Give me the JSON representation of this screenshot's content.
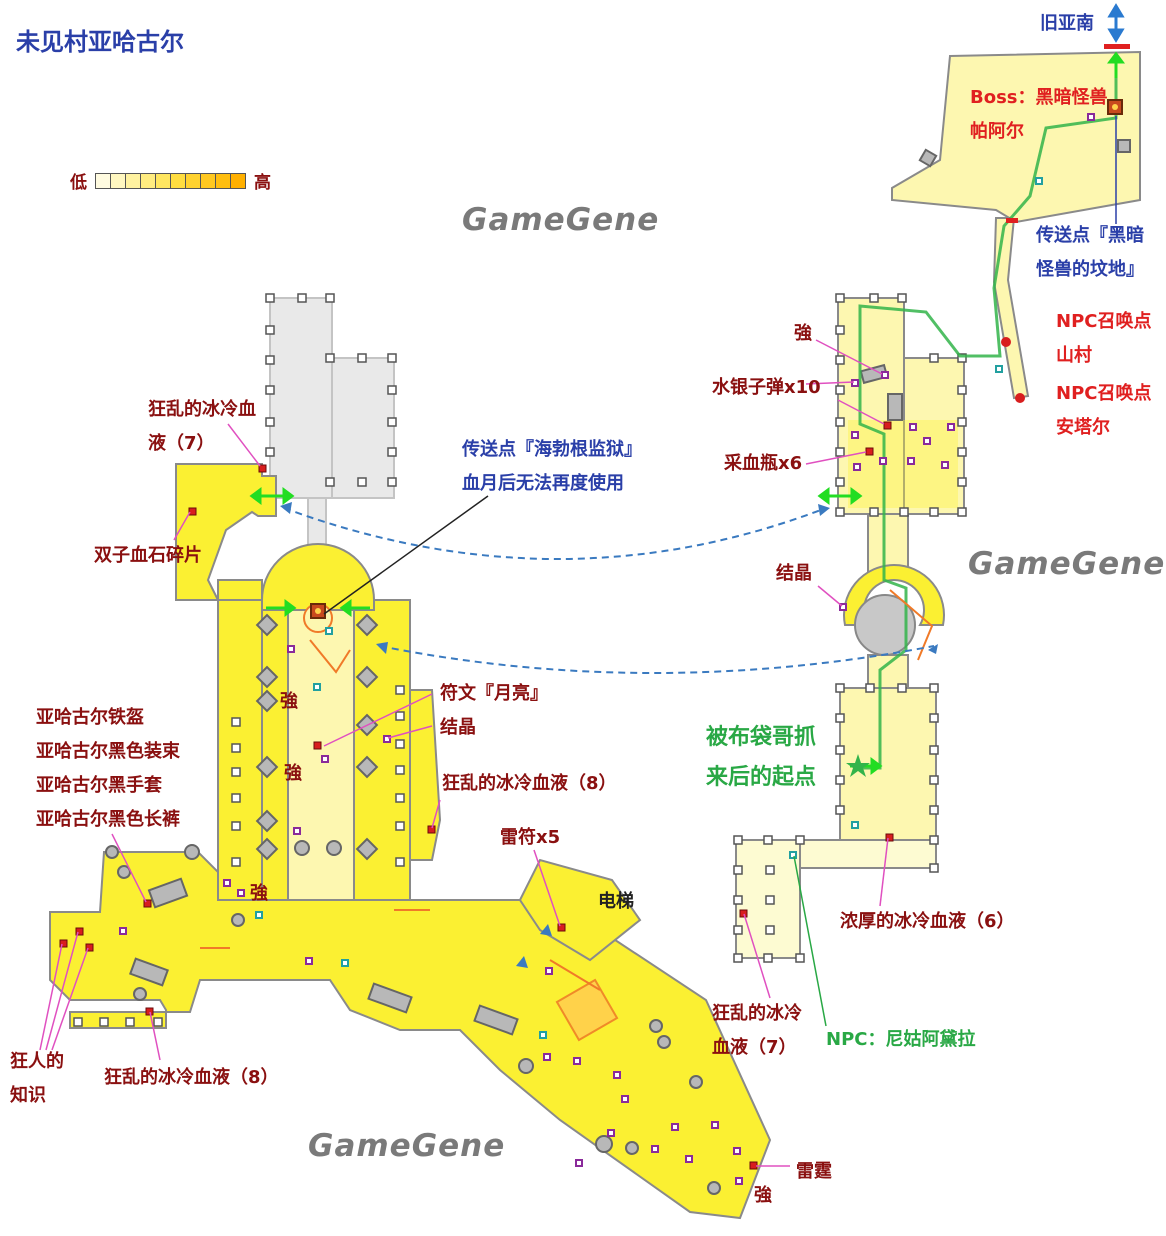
{
  "title": "未见村亚哈古尔",
  "legend": {
    "low": "低",
    "high": "高",
    "colors": [
      "#fffbe0",
      "#fff7c0",
      "#fff2a0",
      "#ffec80",
      "#ffe660",
      "#ffdd40",
      "#ffd230",
      "#ffc820",
      "#ffbe10",
      "#ffb000"
    ]
  },
  "watermarks": [
    "GameGene",
    "GameGene",
    "GameGene"
  ],
  "labels": {
    "old_yharnam": "旧亚南",
    "boss_line1": "Boss：黑暗怪兽",
    "boss_line2": "帕阿尔",
    "lamp_boss_line1": "传送点『黑暗",
    "lamp_boss_line2": "怪兽的坟地』",
    "npc_summon1_line1": "NPC召唤点",
    "npc_summon1_line2": "山村",
    "npc_summon2_line1": "NPC召唤点",
    "npc_summon2_line2": "安塔尔",
    "strong_top": "強",
    "quicksilver": "水银子弹x10",
    "blood_vial": "采血瓶x6",
    "crystal_right": "结晶",
    "start_line1": "被布袋哥抓",
    "start_line2": "来后的起点",
    "thick_blood": "浓厚的冰冷血液（6）",
    "frenzy_blood_7_right_line1": "狂乱的冰冷",
    "frenzy_blood_7_right_line2": "血液（7）",
    "npc_nigel": "NPC：尼姑阿黛拉",
    "frenzy_blood_7_left_line1": "狂乱的冰冷血",
    "frenzy_blood_7_left_line2": "液（7）",
    "twin_shard": "双子血石碎片",
    "lamp_prison_line1": "传送点『海勃根监狱』",
    "lamp_prison_line2": "血月后无法再度使用",
    "rune_moon": "符文『月亮』",
    "crystal_left": "结晶",
    "strong_1": "強",
    "strong_2": "強",
    "strong_3": "強",
    "strong_4": "強",
    "frenzy_blood_8_mid": "狂乱的冰冷血液（8）",
    "lightning_paper": "雷符x5",
    "elevator": "电梯",
    "armor_1": "亚哈古尔铁盔",
    "armor_2": "亚哈古尔黑色装束",
    "armor_3": "亚哈古尔黑手套",
    "armor_4": "亚哈古尔黑色长裤",
    "madman_line1": "狂人的",
    "madman_line2": "知识",
    "frenzy_blood_8_bottom": "狂乱的冰冷血液（8）",
    "thunder": "雷霆"
  },
  "colors": {
    "area_fill": "#fbf032",
    "area_light": "#fdf7b0",
    "area_pale": "#fdfbd2",
    "ghost_area": "#e8e8e8",
    "outline": "#8a8a8a",
    "path_green": "#32b44a",
    "arrow_green": "#22dd22",
    "dash_blue": "#3a7ac0",
    "item_red": "#d81e1e",
    "item_purple": "#8a2a9a",
    "item_teal": "#22a0a0",
    "leader_pink": "#e050c0",
    "orange_line": "#f07a28"
  }
}
